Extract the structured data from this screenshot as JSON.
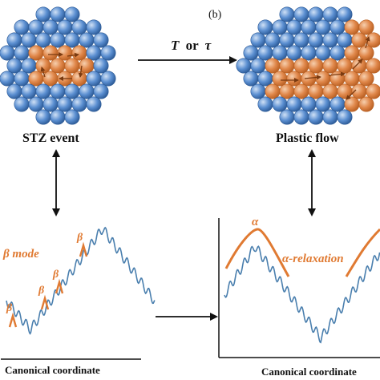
{
  "colors": {
    "blue_atom": "#5b8fd1",
    "blue_atom_edge": "#2c5a96",
    "orange_atom": "#e0874a",
    "orange_atom_edge": "#b85f22",
    "orange_curve": "#e07a32",
    "blue_curve": "#4a7fae",
    "arrow": "#111111"
  },
  "panel_b_label": "(b)",
  "transition": {
    "label_T": "T",
    "label_or": "or",
    "label_tau": "τ"
  },
  "left": {
    "caption": "STZ event",
    "beta_mode_label": "β mode",
    "beta_label": "β",
    "axis_label": "Canonical coordinate"
  },
  "right": {
    "caption": "Plastic flow",
    "alpha_label": "α",
    "alpha_relaxation_label": "α-relaxation",
    "axis_label": "Canonical coordinate"
  }
}
